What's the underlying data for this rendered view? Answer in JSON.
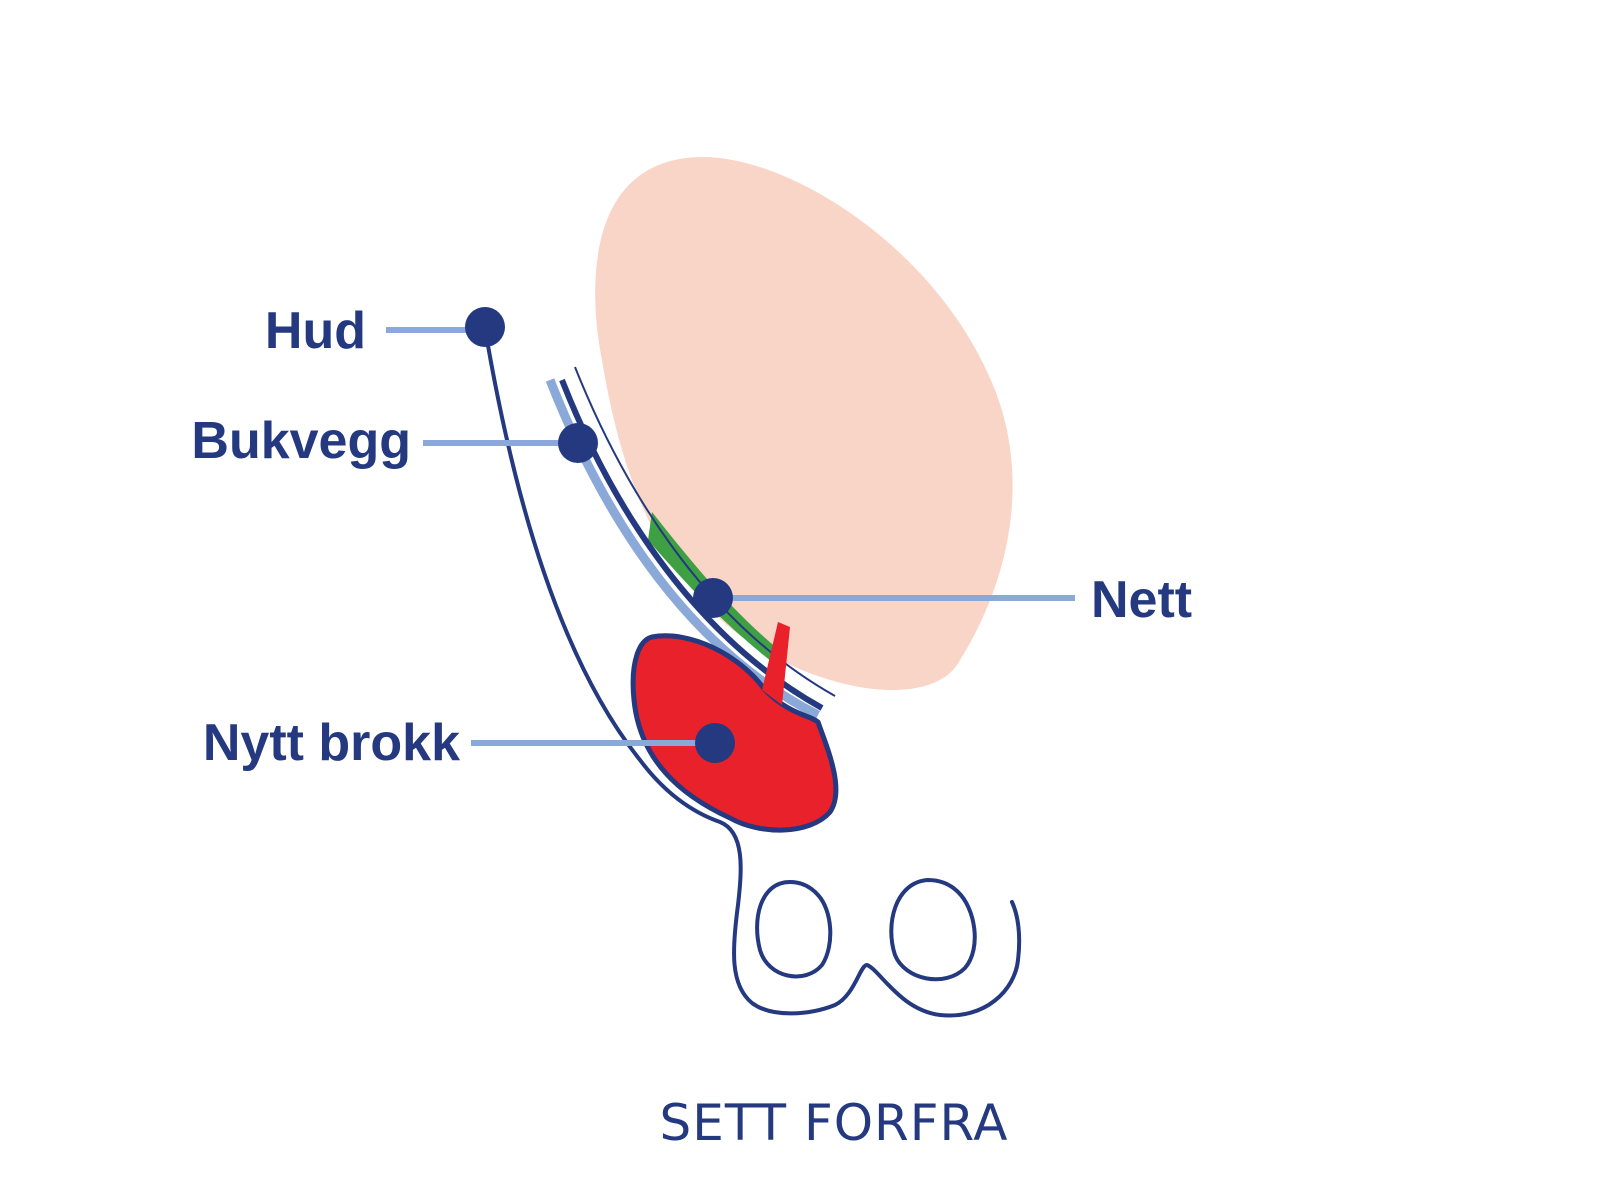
{
  "labels": {
    "hud": "Hud",
    "bukvegg": "Bukvegg",
    "nett": "Nett",
    "nytt_brokk": "Nytt brokk"
  },
  "caption": "SETT FORFRA",
  "colors": {
    "navy": "#24397f",
    "leader": "#8aa9d8",
    "organ": "#f9d5c7",
    "hernia": "#e8212a",
    "mesh": "#3ea043",
    "background": "#ffffff"
  }
}
